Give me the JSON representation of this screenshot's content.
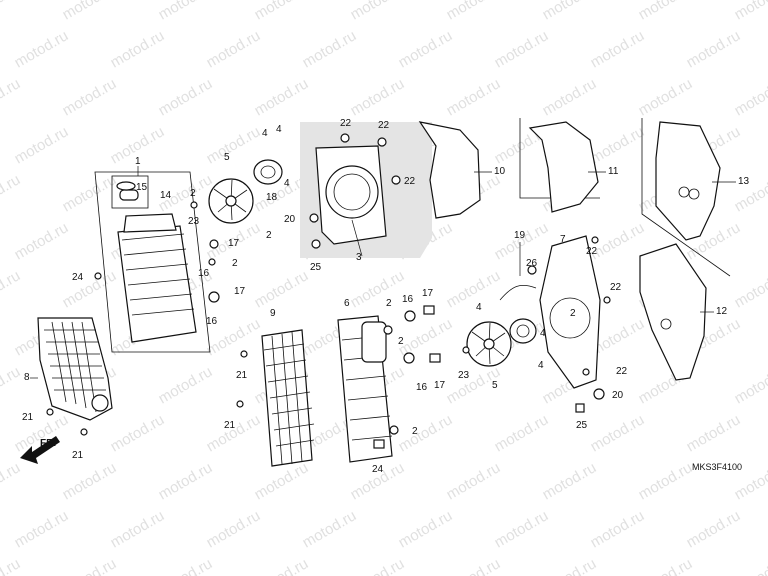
{
  "watermark": "motod.ru",
  "diagram_code": "MKS3F4100",
  "direction_label": "FR.",
  "callouts": [
    {
      "id": "c1",
      "text": "1"
    },
    {
      "id": "c2a",
      "text": "2"
    },
    {
      "id": "c2b",
      "text": "2"
    },
    {
      "id": "c2c",
      "text": "2"
    },
    {
      "id": "c2d",
      "text": "2"
    },
    {
      "id": "c2e",
      "text": "2"
    },
    {
      "id": "c2f",
      "text": "2"
    },
    {
      "id": "c2g",
      "text": "2"
    },
    {
      "id": "c3",
      "text": "3"
    },
    {
      "id": "c4a",
      "text": "4"
    },
    {
      "id": "c4b",
      "text": "4"
    },
    {
      "id": "c4c",
      "text": "4"
    },
    {
      "id": "c4d",
      "text": "4"
    },
    {
      "id": "c4e",
      "text": "4"
    },
    {
      "id": "c4f",
      "text": "4"
    },
    {
      "id": "c5a",
      "text": "5"
    },
    {
      "id": "c5b",
      "text": "5"
    },
    {
      "id": "c6",
      "text": "6"
    },
    {
      "id": "c7",
      "text": "7"
    },
    {
      "id": "c8",
      "text": "8"
    },
    {
      "id": "c9",
      "text": "9"
    },
    {
      "id": "c10",
      "text": "10"
    },
    {
      "id": "c11",
      "text": "11"
    },
    {
      "id": "c12",
      "text": "12"
    },
    {
      "id": "c13",
      "text": "13"
    },
    {
      "id": "c14",
      "text": "14"
    },
    {
      "id": "c15",
      "text": "15"
    },
    {
      "id": "c16a",
      "text": "16"
    },
    {
      "id": "c16b",
      "text": "16"
    },
    {
      "id": "c16c",
      "text": "16"
    },
    {
      "id": "c16d",
      "text": "16"
    },
    {
      "id": "c17a",
      "text": "17"
    },
    {
      "id": "c17b",
      "text": "17"
    },
    {
      "id": "c17c",
      "text": "17"
    },
    {
      "id": "c17d",
      "text": "17"
    },
    {
      "id": "c18",
      "text": "18"
    },
    {
      "id": "c19",
      "text": "19"
    },
    {
      "id": "c20a",
      "text": "20"
    },
    {
      "id": "c20b",
      "text": "20"
    },
    {
      "id": "c21a",
      "text": "21"
    },
    {
      "id": "c21b",
      "text": "21"
    },
    {
      "id": "c21c",
      "text": "21"
    },
    {
      "id": "c21d",
      "text": "21"
    },
    {
      "id": "c22a",
      "text": "22"
    },
    {
      "id": "c22b",
      "text": "22"
    },
    {
      "id": "c22c",
      "text": "22"
    },
    {
      "id": "c22d",
      "text": "22"
    },
    {
      "id": "c22e",
      "text": "22"
    },
    {
      "id": "c22f",
      "text": "22"
    },
    {
      "id": "c23a",
      "text": "23"
    },
    {
      "id": "c23b",
      "text": "23"
    },
    {
      "id": "c24a",
      "text": "24"
    },
    {
      "id": "c24b",
      "text": "24"
    },
    {
      "id": "c25a",
      "text": "25"
    },
    {
      "id": "c25b",
      "text": "25"
    },
    {
      "id": "c26",
      "text": "26"
    }
  ]
}
